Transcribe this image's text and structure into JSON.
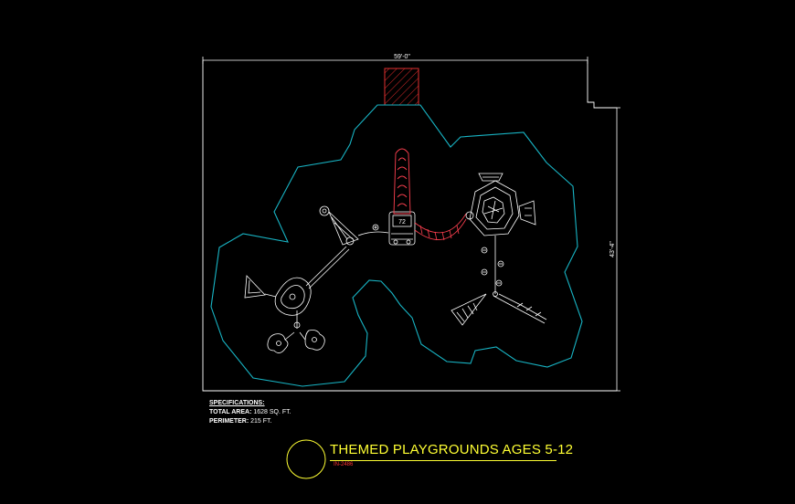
{
  "dimensions": {
    "width_label": "59'-0\"",
    "depth_label": "43'-4\""
  },
  "equipment": {
    "tower_number": "72"
  },
  "specifications": {
    "heading": "SPECIFICATIONS:",
    "area_label": "TOTAL AREA:",
    "area_value": "1628 SQ. FT.",
    "perimeter_label": "PERIMETER:",
    "perimeter_value": "215 FT."
  },
  "title_block": {
    "title": "THEMED PLAYGROUNDS AGES 5-12",
    "code": "IN-2486"
  },
  "colors": {
    "background": "#000000",
    "linework": "#ffffff",
    "boundary": "#18b4c4",
    "slide": "#ff4050",
    "title": "#ffff33"
  }
}
